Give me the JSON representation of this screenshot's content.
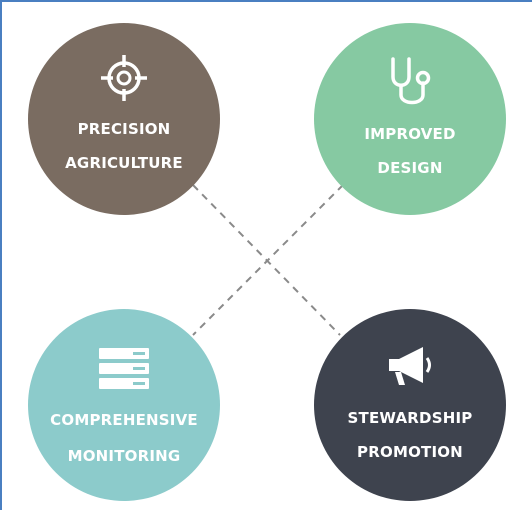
{
  "nodes": [
    {
      "id": "precision-agriculture",
      "line1": "PRECISION",
      "line2": "AGRICULTURE",
      "icon": "crosshair-target-icon",
      "color": "#7a6c61"
    },
    {
      "id": "improved-design",
      "line1": "IMPROVED",
      "line2": "DESIGN",
      "icon": "stethoscope-icon",
      "color": "#86c9a2"
    },
    {
      "id": "comprehensive-monitoring",
      "line1": "COMPREHENSIVE",
      "line2": "MONITORING",
      "icon": "server-stack-icon",
      "color": "#8ccbcb"
    },
    {
      "id": "stewardship-promotion",
      "line1": "STEWARDSHIP",
      "line2": "PROMOTION",
      "icon": "megaphone-icon",
      "color": "#3e434e"
    }
  ],
  "connector_color": "#8a8a8a"
}
